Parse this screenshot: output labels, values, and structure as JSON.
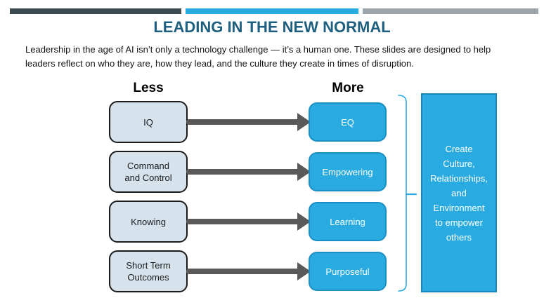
{
  "slide": {
    "title": "LEADING IN THE NEW NORMAL",
    "subtitle": "Leadership in the age of AI isn’t only a technology challenge — it’s a human one. These slides are designed to help\nleaders reflect on who they are, how they lead, and the culture they create in times of disruption."
  },
  "diagram": {
    "headers": {
      "less": "Less",
      "more": "More"
    },
    "rows": [
      {
        "less": "IQ",
        "more": "EQ"
      },
      {
        "less": "Command\nand Control",
        "more": "Empowering"
      },
      {
        "less": "Knowing",
        "more": "Learning"
      },
      {
        "less": "Short Term\nOutcomes",
        "more": "Purposeful"
      }
    ],
    "summary": "Create\nCulture,\nRelationships,\nand\nEnvironment\nto empower\nothers"
  },
  "colors": {
    "accent_blue": "#29ABE2",
    "title_blue": "#1E5F7F",
    "top_bar_dark": "#3E4A52",
    "top_bar_gray": "#9CA5AC",
    "less_box_fill": "#D7E3EC",
    "less_box_border": "#1A1A1A",
    "more_box_border": "#1A8FC4",
    "summary_box_border": "#1786BD",
    "arrow_gray": "#595959",
    "brace_blue": "#29ABE2"
  }
}
